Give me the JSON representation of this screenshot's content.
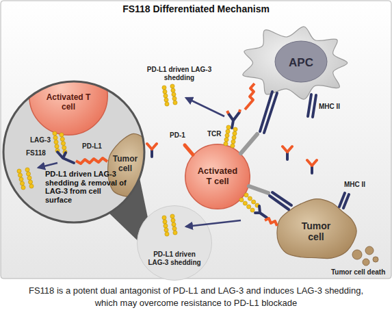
{
  "diagram": {
    "title": "FS118 Differentiated Mechanism",
    "caption": "FS118 is a potent dual antagonist of PD-L1 and LAG-3 and induces LAG-3 shedding, which may overcome resistance to PD-L1 blockade",
    "nodes": [
      {
        "text": [
          "PD-L1 driven LAG-3 shedding & removal of LAG-3 from cell surface"
        ]
      },
      {
        "text": [
          "Activated T cell"
        ],
        "in": 0
      },
      {
        "text": [
          "Tumor cell"
        ],
        "in": 0
      },
      {
        "text": [
          "APC"
        ]
      },
      {
        "text": [
          "Activated T cell"
        ]
      },
      {
        "text": [
          "PD-L1 driven LAG-3 shedding"
        ]
      },
      {
        "text": [
          "Tumor cell"
        ]
      }
    ],
    "labels": [
      "PD-L1 driven LAG-3 shedding",
      "PD-1",
      "TCR",
      "MHC II",
      "MHC II",
      "Tumor cell death",
      "LAG-3",
      "FS118",
      "PD-L1"
    ]
  }
}
